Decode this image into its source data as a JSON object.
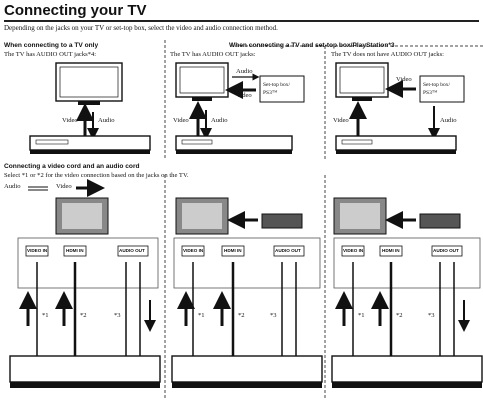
{
  "header": {
    "title": "Connecting your TV",
    "intro": "Depending on the jacks on your TV or set-top box, select the video and audio connection method."
  },
  "sections": {
    "tv_only": {
      "heading": "When connecting to a TV only",
      "subtext": "The TV has AUDIO OUT jacks*4:"
    },
    "settop": {
      "heading": "When connecting a TV and set-top box/PlayStation*3",
      "left_subtext": "The TV has AUDIO OUT jacks:",
      "right_subtext": "The TV does not have AUDIO OUT jacks:"
    }
  },
  "diagram_labels": {
    "video": "Video",
    "audio": "Audio",
    "settop_box_line1": "Set-top box/",
    "settop_box_line2": "PS3™"
  },
  "cords": {
    "heading": "Connecting a video cord and an audio cord",
    "instruction": "Select *1 or *2 for the video connection based on the jacks on the TV.",
    "legend_audio": "Audio",
    "legend_video": "Video"
  },
  "jacks": {
    "video_in": "VIDEO IN",
    "hdmi_in": "HDMI IN",
    "audio_out": "AUDIO OUT"
  },
  "markers": {
    "m1": "*1",
    "m2": "*2",
    "m3": "*3"
  }
}
